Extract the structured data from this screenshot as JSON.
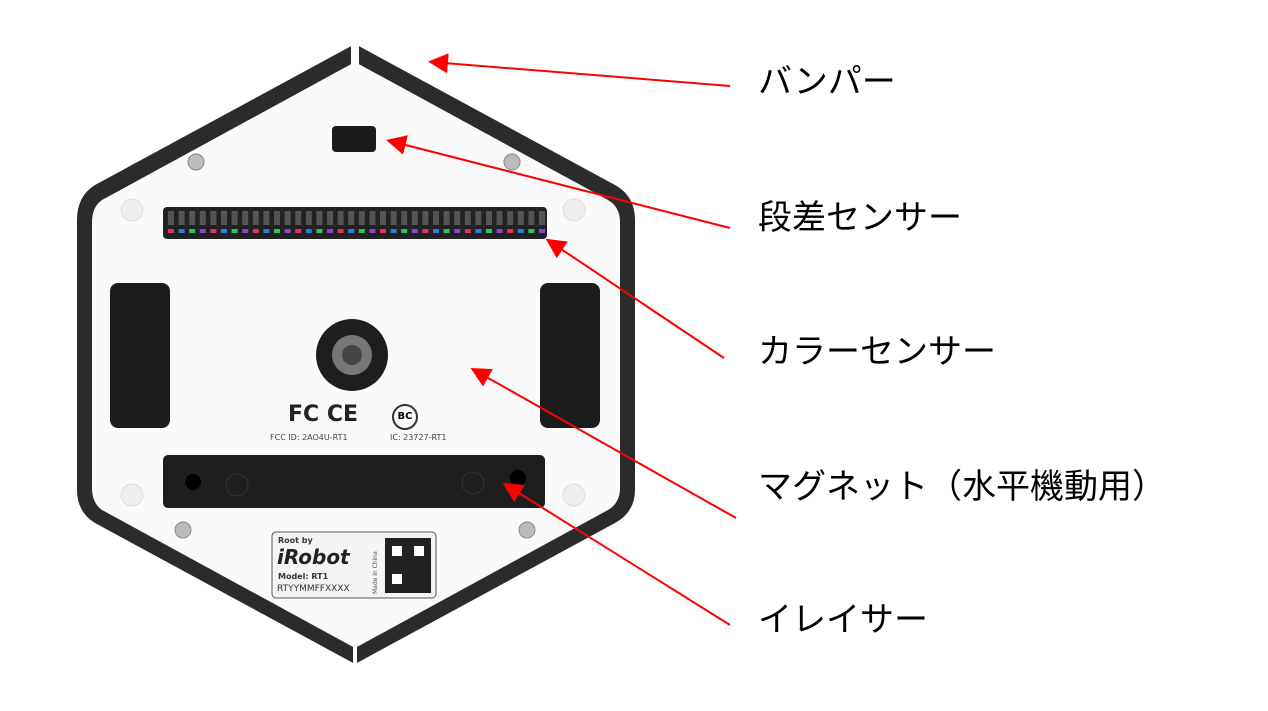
{
  "labels": {
    "bumper": "バンパー",
    "cliff_sensor": "段差センサー",
    "color_sensor": "カラーセンサー",
    "magnet": "マグネット（水平機動用）",
    "eraser": "イレイサー"
  },
  "product_label": {
    "line1": "Root by",
    "brand": "iRobot",
    "model": "Model: RT1",
    "serial": "RTYYMMFFXXXX",
    "origin": "Made in China"
  },
  "regulatory": {
    "marks": "FC CE",
    "bc": "BC",
    "fcc_id": "FCC ID: 2AO4U-RT1",
    "ic": "IC: 23727-RT1"
  },
  "colors": {
    "arrow": "#ff0000",
    "body": "#ffffff",
    "bumper": "#2a2a2a"
  }
}
